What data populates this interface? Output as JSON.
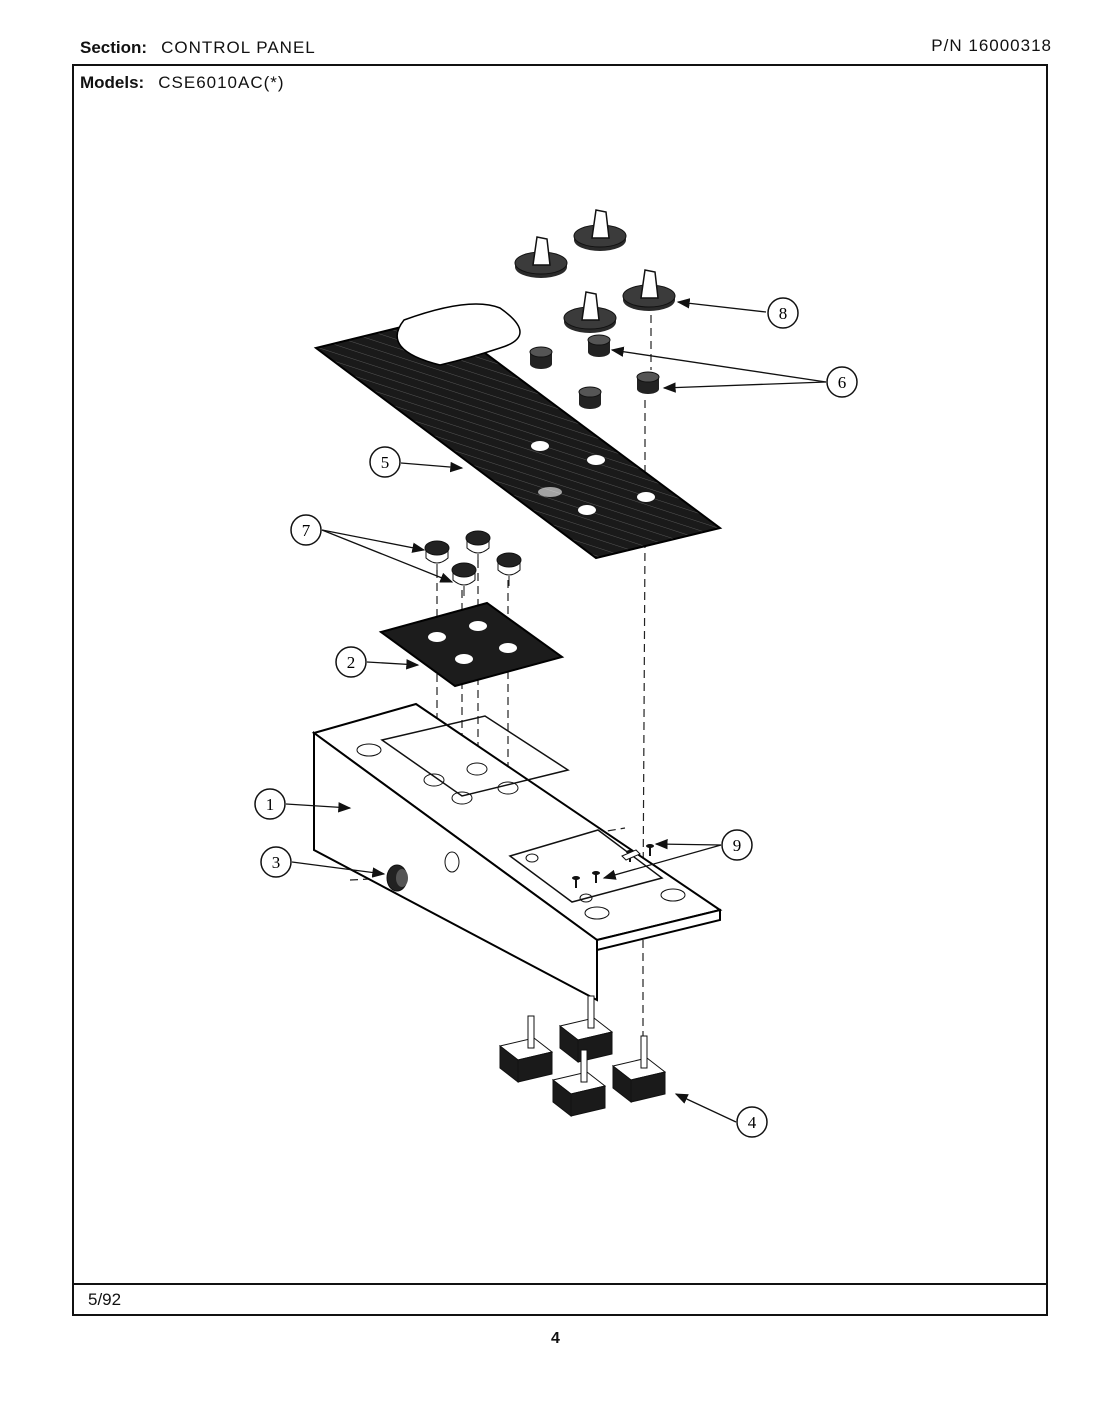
{
  "header": {
    "section_label": "Section:",
    "section_value": "CONTROL PANEL",
    "models_label": "Models:",
    "models_value": "CSE6010AC(*)",
    "part_number": "P/N 16000318"
  },
  "footer": {
    "revision": "5/92",
    "page_number": "4"
  },
  "callouts": [
    {
      "id": "1"
    },
    {
      "id": "2"
    },
    {
      "id": "3"
    },
    {
      "id": "4"
    },
    {
      "id": "5"
    },
    {
      "id": "6"
    },
    {
      "id": "7"
    },
    {
      "id": "8"
    },
    {
      "id": "9"
    }
  ]
}
